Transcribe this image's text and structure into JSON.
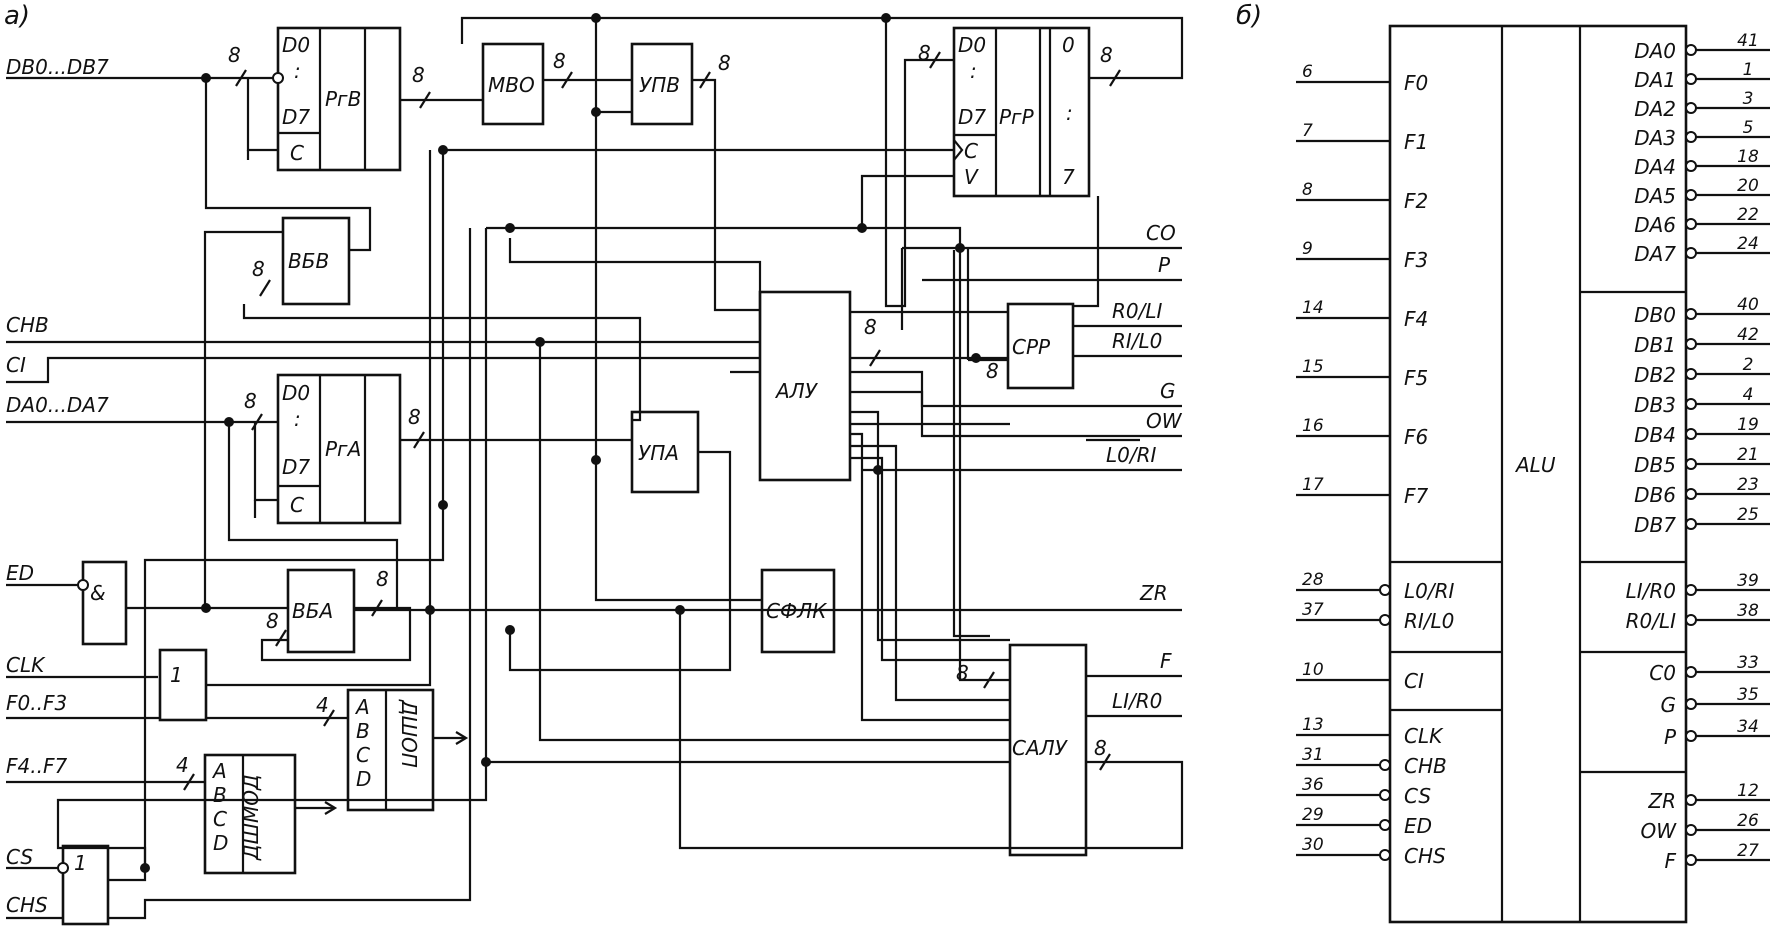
{
  "panels": {
    "a": "а)",
    "b": "б)"
  },
  "inputs": {
    "db": "DB0...DB7",
    "chb": "CHB",
    "ci": "CI",
    "da": "DA0...DA7",
    "ed": "ED",
    "clk": "CLK",
    "f03": "F0..F3",
    "f47": "F4..F7",
    "cs": "CS",
    "chs": "CHS"
  },
  "outputs": {
    "co": "CO",
    "p": "P",
    "roli": "R0/LI",
    "rilo": "RI/L0",
    "g": "G",
    "ow": "OW",
    "lori": "L0/RI",
    "zr": "ZR",
    "f": "F",
    "liro": "LI/R0"
  },
  "blocks": {
    "rgv": "РгВ",
    "mvo": "МВО",
    "upv": "УПВ",
    "rgr": "РгР",
    "vbv": "ВБВ",
    "rga": "РгА",
    "upa": "УПА",
    "alu": "АЛУ",
    "cpp": "СРР",
    "vba": "ВБА",
    "sflk": "СФЛК",
    "salu": "САЛУ",
    "dshop": "ДШОП",
    "dshmod": "ДШМОД",
    "and": "&",
    "or": "1",
    "inv": "1"
  },
  "reg_fields": {
    "d0": "D0",
    "dots": ":",
    "d7": "D7",
    "c": "C",
    "v": "V",
    "zero": "0",
    "seven": "7"
  },
  "dec_inputs": [
    "A",
    "B",
    "C",
    "D"
  ],
  "bus_width": "8",
  "bus_width_4": "4",
  "chip": {
    "center_label": "ALU",
    "left_f": [
      {
        "pin": "6",
        "name": "F0"
      },
      {
        "pin": "7",
        "name": "F1"
      },
      {
        "pin": "8",
        "name": "F2"
      },
      {
        "pin": "9",
        "name": "F3"
      },
      {
        "pin": "14",
        "name": "F4"
      },
      {
        "pin": "15",
        "name": "F5"
      },
      {
        "pin": "16",
        "name": "F6"
      },
      {
        "pin": "17",
        "name": "F7"
      }
    ],
    "left_shift": [
      {
        "pin": "28",
        "name": "L0/RI"
      },
      {
        "pin": "37",
        "name": "RI/L0"
      }
    ],
    "left_ci": [
      {
        "pin": "10",
        "name": "CI"
      }
    ],
    "left_ctrl": [
      {
        "pin": "13",
        "name": "CLK"
      },
      {
        "pin": "31",
        "name": "CHB"
      },
      {
        "pin": "36",
        "name": "CS"
      },
      {
        "pin": "29",
        "name": "ED"
      },
      {
        "pin": "30",
        "name": "CHS"
      }
    ],
    "right_da": [
      {
        "pin": "41",
        "name": "DA0"
      },
      {
        "pin": "1",
        "name": "DA1"
      },
      {
        "pin": "3",
        "name": "DA2"
      },
      {
        "pin": "5",
        "name": "DA3"
      },
      {
        "pin": "18",
        "name": "DA4"
      },
      {
        "pin": "20",
        "name": "DA5"
      },
      {
        "pin": "22",
        "name": "DA6"
      },
      {
        "pin": "24",
        "name": "DA7"
      }
    ],
    "right_db": [
      {
        "pin": "40",
        "name": "DB0"
      },
      {
        "pin": "42",
        "name": "DB1"
      },
      {
        "pin": "2",
        "name": "DB2"
      },
      {
        "pin": "4",
        "name": "DB3"
      },
      {
        "pin": "19",
        "name": "DB4"
      },
      {
        "pin": "21",
        "name": "DB5"
      },
      {
        "pin": "23",
        "name": "DB6"
      },
      {
        "pin": "25",
        "name": "DB7"
      }
    ],
    "right_shift": [
      {
        "pin": "39",
        "name": "LI/R0"
      },
      {
        "pin": "38",
        "name": "R0/LI"
      }
    ],
    "right_cgp": [
      {
        "pin": "33",
        "name": "C0"
      },
      {
        "pin": "35",
        "name": "G"
      },
      {
        "pin": "34",
        "name": "P"
      }
    ],
    "right_zof": [
      {
        "pin": "12",
        "name": "ZR"
      },
      {
        "pin": "26",
        "name": "OW"
      },
      {
        "pin": "27",
        "name": "F"
      }
    ]
  }
}
